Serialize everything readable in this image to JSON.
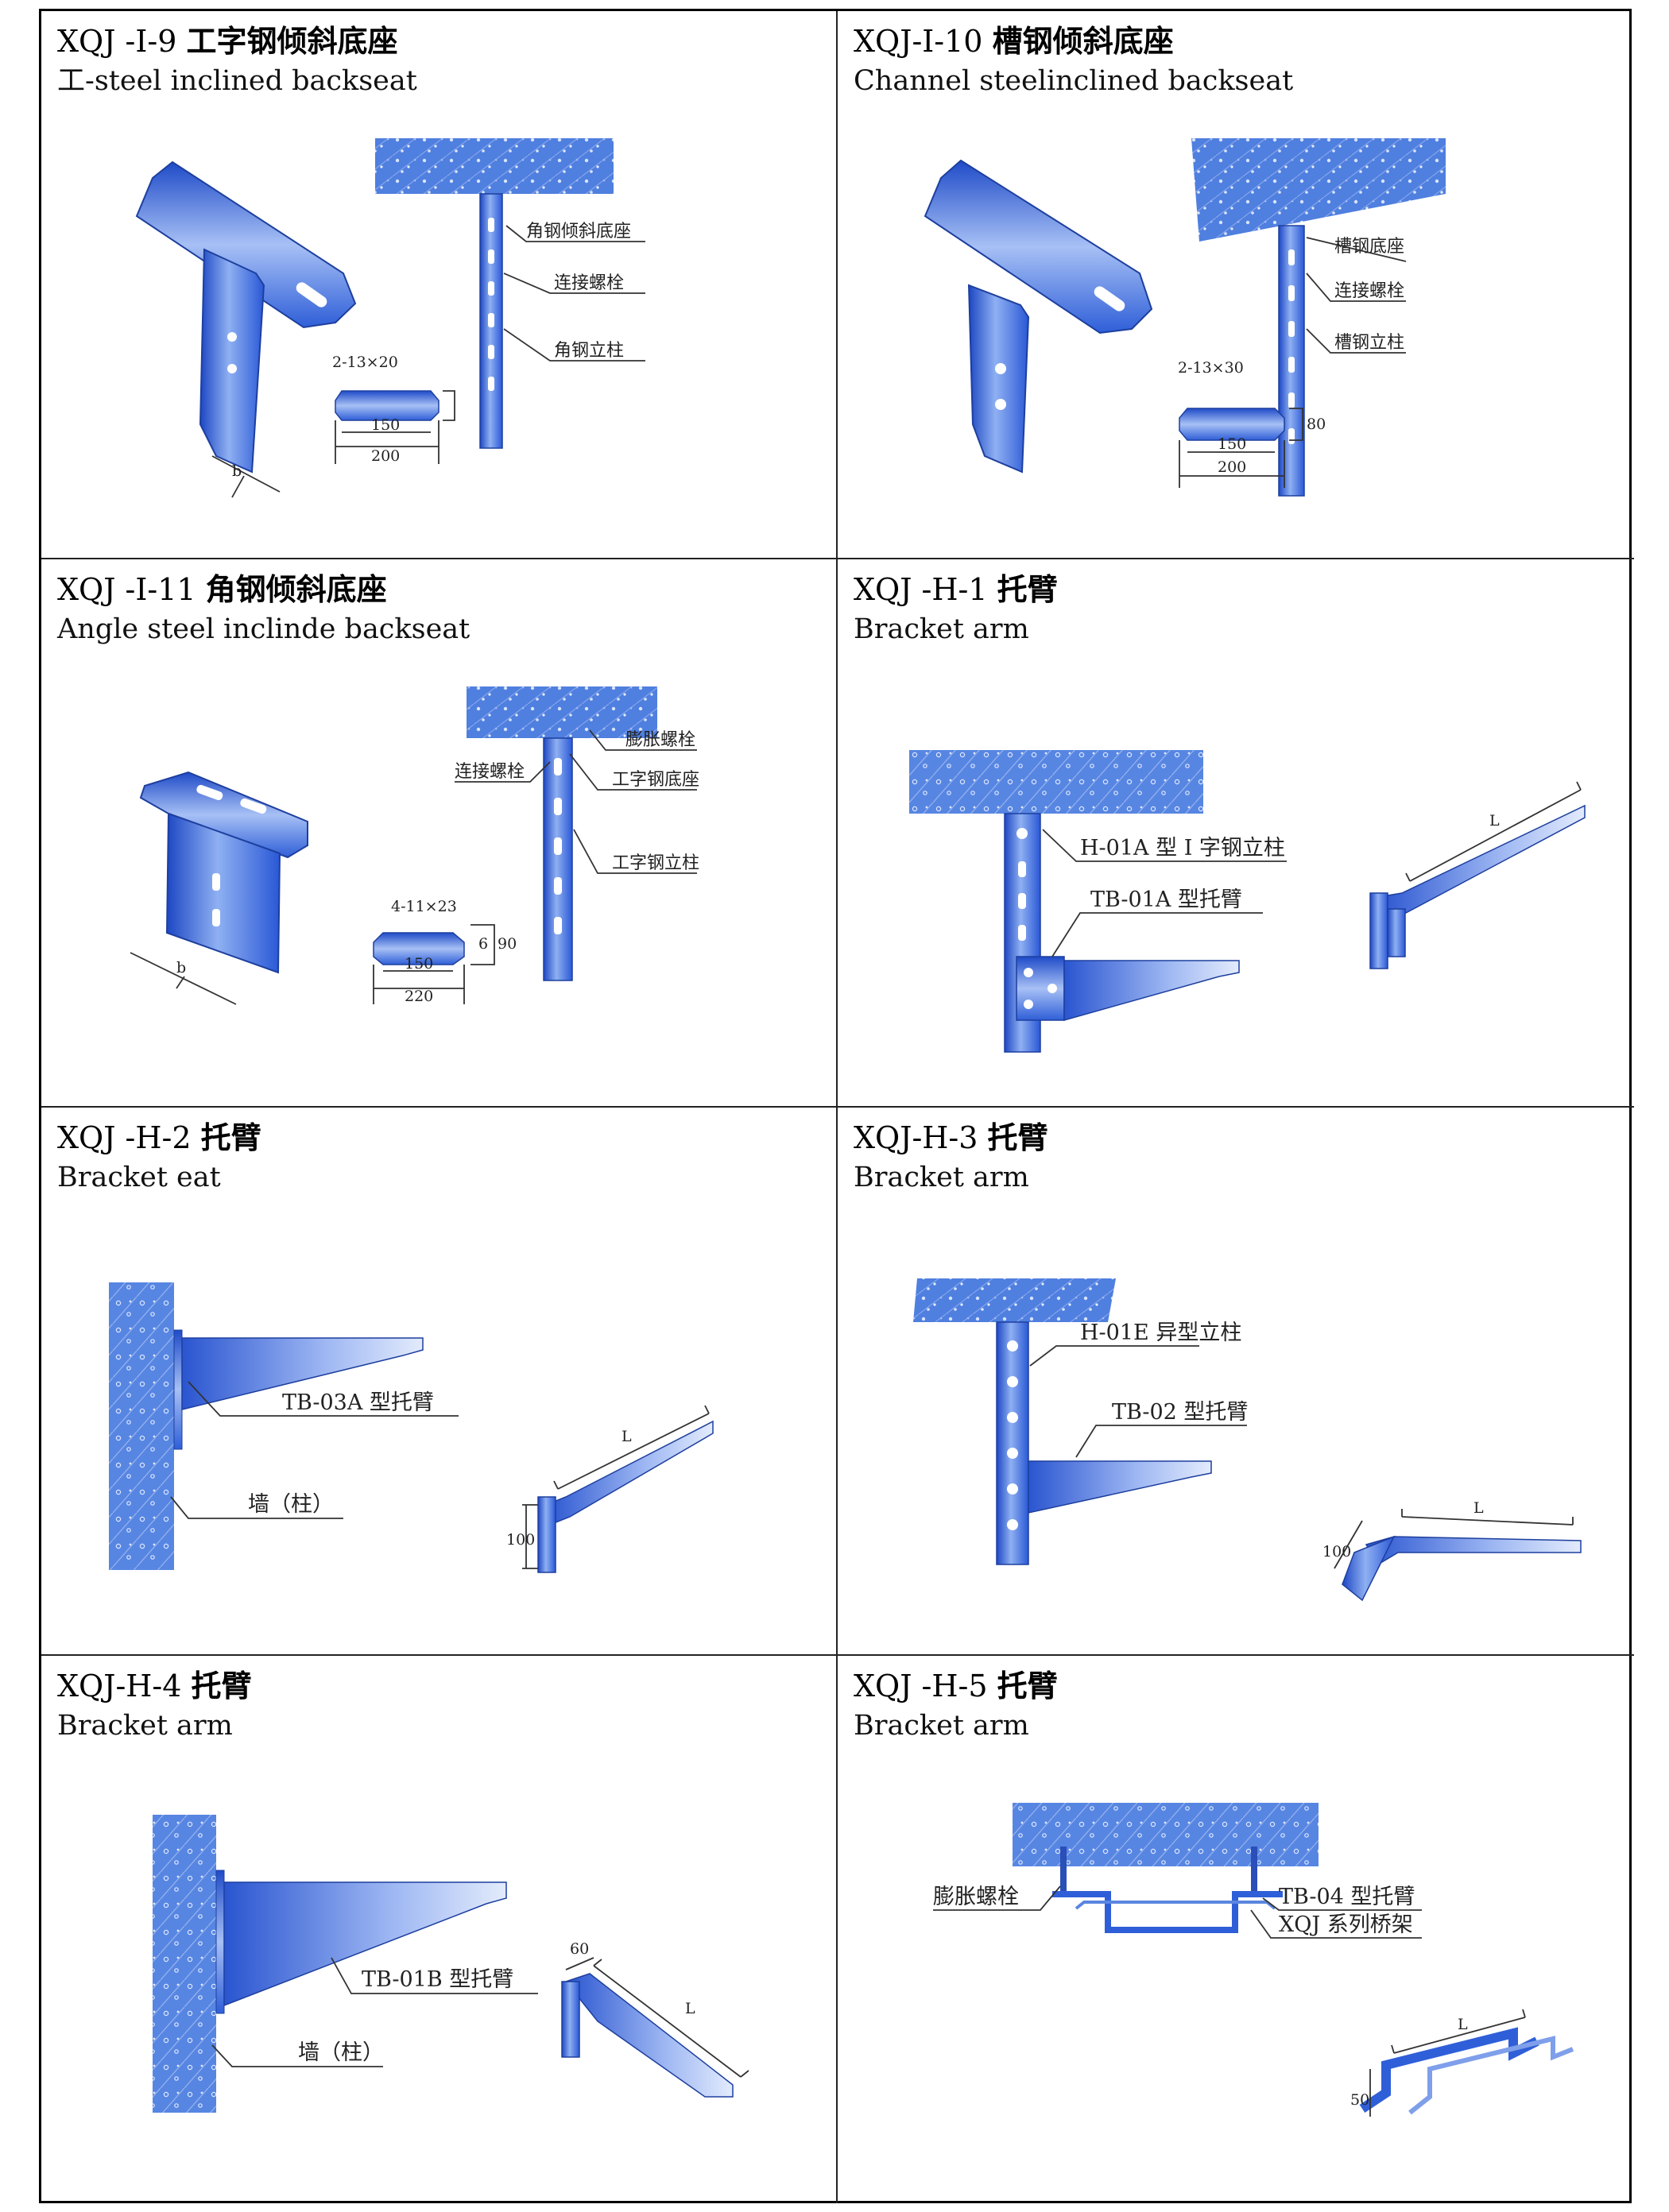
{
  "cells": [
    {
      "code": "XQJ -I-9 ",
      "name_cn": "工字钢倾斜底座",
      "name_en": "工-steel inclined backseat",
      "labels": {
        "l1": "角钢倾斜底座",
        "l2": "连接螺栓",
        "l3": "角钢立柱"
      },
      "dims": {
        "holes": "2-13×20",
        "w1": "150",
        "w2": "200",
        "b": "b"
      }
    },
    {
      "code": "XQJ-I-10 ",
      "name_cn": "槽钢倾斜底座",
      "name_en": "Channel steelinclined backseat",
      "labels": {
        "l1": "槽钢底座",
        "l2": "连接螺栓",
        "l3": "槽钢立柱"
      },
      "dims": {
        "holes": "2-13×30",
        "w1": "150",
        "w2": "200",
        "h": "80"
      }
    },
    {
      "code": "XQJ -I-11 ",
      "name_cn": "角钢倾斜底座",
      "name_en": "Angle steel inclinde backseat",
      "labels": {
        "l1": "膨胀螺栓",
        "l2": "连接螺栓",
        "l3": "工字钢底座",
        "l4": "工字钢立柱"
      },
      "dims": {
        "holes": "4-11×23",
        "w1": "150",
        "w2": "220",
        "h": "90",
        "h2": "6",
        "b": "b"
      }
    },
    {
      "code": "XQJ -H-1 ",
      "name_cn": "托臂",
      "name_en": "Bracket arm",
      "labels": {
        "l1": "H-01A 型 I 字钢立柱",
        "l2": "TB-01A 型托臂"
      },
      "dims": {
        "L": "L"
      }
    },
    {
      "code": "XQJ -H-2 ",
      "name_cn": "托臂",
      "name_en": "Bracket eat",
      "labels": {
        "l1": "TB-03A 型托臂",
        "l2": "墙（柱）"
      },
      "dims": {
        "L": "L",
        "h": "100"
      }
    },
    {
      "code": "XQJ-H-3 ",
      "name_cn": "托臂",
      "name_en": "Bracket arm",
      "labels": {
        "l1": "H-01E 异型立柱",
        "l2": "TB-02 型托臂"
      },
      "dims": {
        "L": "L",
        "h": "100"
      }
    },
    {
      "code": "XQJ-H-4 ",
      "name_cn": "托臂",
      "name_en": "Bracket arm",
      "labels": {
        "l1": "TB-01B 型托臂",
        "l2": "墙（柱）"
      },
      "dims": {
        "L": "L",
        "w": "60"
      }
    },
    {
      "code": "XQJ -H-5 ",
      "name_cn": "托臂",
      "name_en": "Bracket arm",
      "labels": {
        "l1": "膨胀螺栓",
        "l2": "TB-04 型托臂",
        "l3": "XQJ 系列桥架"
      },
      "dims": {
        "L": "L",
        "h": "50"
      }
    }
  ],
  "colors": {
    "steel": "#2f5fd8",
    "steel_light": "#b9cdf6",
    "concrete": "#5a86e0",
    "line": "#333333"
  }
}
